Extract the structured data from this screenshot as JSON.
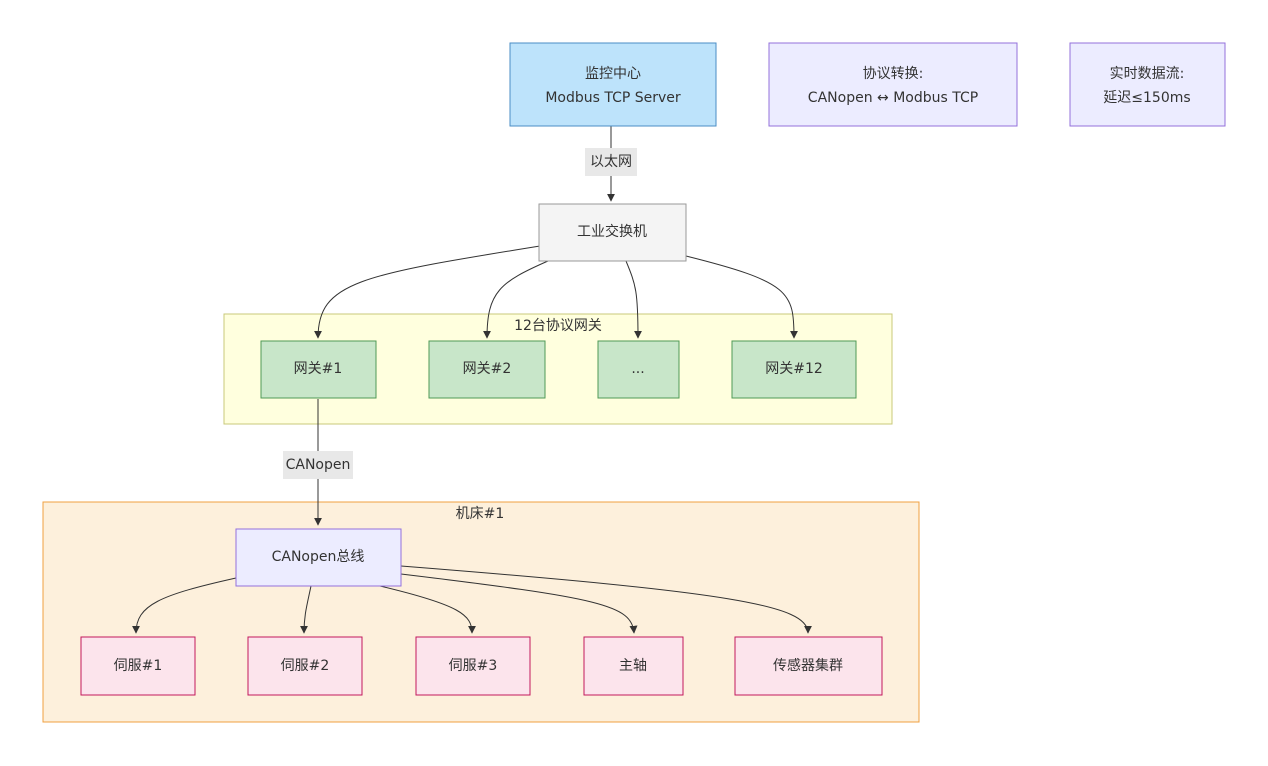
{
  "nodes": {
    "monitor": {
      "line1": "监控中心",
      "line2": "Modbus TCP Server"
    },
    "protocol_note": {
      "line1": "协议转换:",
      "line2": "CANopen ↔ Modbus TCP"
    },
    "realtime_note": {
      "line1": "实时数据流:",
      "line2": "延迟≤150ms"
    },
    "switch": "工业交换机",
    "gateways": [
      "网关#1",
      "网关#2",
      "...",
      "网关#12"
    ],
    "bus": "CANopen总线",
    "devices": [
      "伺服#1",
      "伺服#2",
      "伺服#3",
      "主轴",
      "传感器集群"
    ]
  },
  "clusters": {
    "gateways_title": "12台协议网关",
    "machine_title": "机床#1"
  },
  "edges": {
    "ethernet_label": "以太网",
    "canopen_label": "CANopen"
  }
}
